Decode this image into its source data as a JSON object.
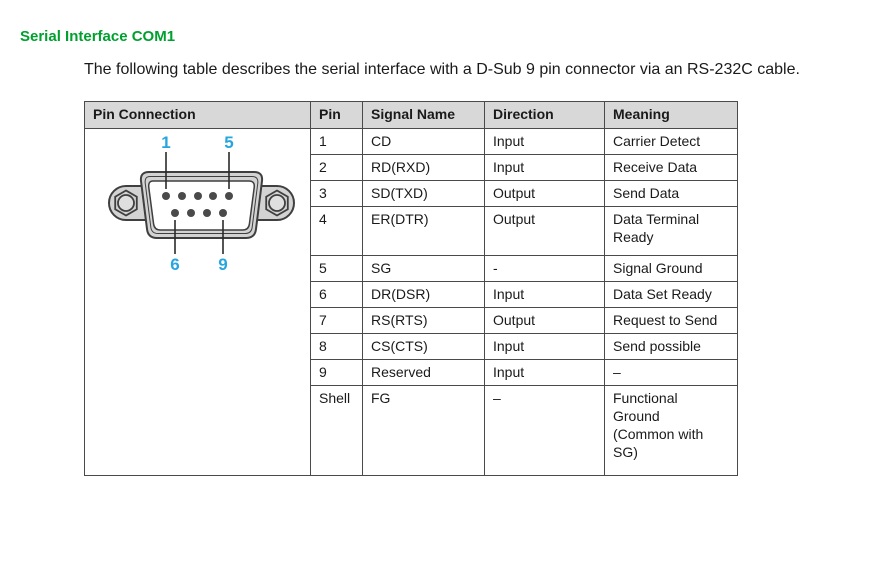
{
  "page": {
    "title": "Serial Interface COM1",
    "intro": "The following table describes the serial interface with a D-Sub 9 pin connector via an RS-232C cable."
  },
  "colors": {
    "title_green": "#00a02f",
    "pin_label_cyan": "#27a5df",
    "table_header_bg": "#d8d8d8",
    "table_border": "#4a4a4a",
    "connector_body_gray": "#d3d3d3",
    "pin_dot_gray": "#4a4a4a"
  },
  "connector": {
    "type": "D-Sub 9 pin female connector diagram",
    "pin_labels": {
      "top_left": "1",
      "top_right": "5",
      "bottom_left": "6",
      "bottom_right": "9"
    }
  },
  "table": {
    "headers": [
      "Pin Connection",
      "Pin",
      "Signal Name",
      "Direction",
      "Meaning"
    ],
    "rows": [
      {
        "pin": "1",
        "signal": "CD",
        "direction": "Input",
        "meaning": "Carrier Detect"
      },
      {
        "pin": "2",
        "signal": "RD(RXD)",
        "direction": "Input",
        "meaning": "Receive Data"
      },
      {
        "pin": "3",
        "signal": "SD(TXD)",
        "direction": "Output",
        "meaning": "Send Data"
      },
      {
        "pin": "4",
        "signal": "ER(DTR)",
        "direction": "Output",
        "meaning": "Data Terminal\nReady"
      },
      {
        "pin": "5",
        "signal": "SG",
        "direction": "-",
        "meaning": "Signal Ground"
      },
      {
        "pin": "6",
        "signal": "DR(DSR)",
        "direction": "Input",
        "meaning": "Data Set Ready"
      },
      {
        "pin": "7",
        "signal": "RS(RTS)",
        "direction": "Output",
        "meaning": "Request to Send"
      },
      {
        "pin": "8",
        "signal": "CS(CTS)",
        "direction": "Input",
        "meaning": "Send possible"
      },
      {
        "pin": "9",
        "signal": "Reserved",
        "direction": "Input",
        "meaning": "–"
      },
      {
        "pin": "Shell",
        "signal": "FG",
        "direction": "–",
        "meaning": "Functional\nGround\n(Common with\nSG)"
      }
    ]
  }
}
